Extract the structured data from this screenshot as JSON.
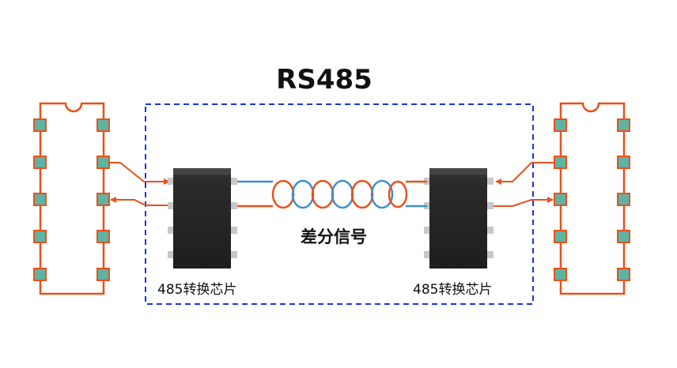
{
  "title": "RS485",
  "center_label": "差分信号",
  "chip_left_label": "485转换芯片",
  "chip_right_label": "485转换芯片",
  "colors": {
    "wire": "#e8511c",
    "twisted_blue": "#3e8fd0",
    "frame": "#1a35e0",
    "pin": "#5fb3a3",
    "chip_body": "#2b2b2b",
    "chip_pin": "#c8c8c8"
  },
  "icons": {
    "left_dip": "dip-chip-outline-icon",
    "right_dip": "dip-chip-outline-icon",
    "chip": "soic-chip-icon",
    "twisted_pair": "twisted-pair-icon"
  }
}
